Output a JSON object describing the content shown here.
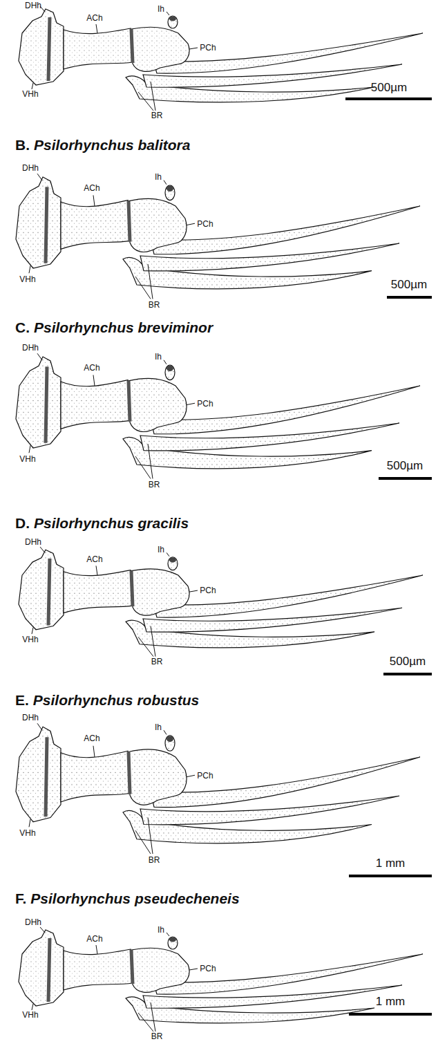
{
  "diagram": {
    "labels": [
      "DHh",
      "ACh",
      "Ih",
      "PCh",
      "VHh",
      "BR",
      "500µm",
      "B.",
      "Psilorhynchus balitora",
      "DHh",
      "ACh",
      "Ih",
      "PCh",
      "VHh",
      "BR",
      "500µm",
      "C.",
      "Psilorhynchus breviminor",
      "DHh",
      "ACh",
      "Ih",
      "PCh",
      "VHh",
      "BR",
      "500µm",
      "D.",
      "Psilorhynchus gracilis",
      "DHh",
      "ACh",
      "Ih",
      "PCh",
      "VHh",
      "BR",
      "500µm",
      "E.",
      "Psilorhynchus robustus",
      "DHh",
      "ACh",
      "Ih",
      "PCh",
      "VHh",
      "BR",
      "1 mm",
      "F.",
      "Psilorhynchus pseudecheneis",
      "DHh",
      "ACh",
      "Ih",
      "PCh",
      "VHh",
      "BR",
      "1 mm"
    ]
  }
}
